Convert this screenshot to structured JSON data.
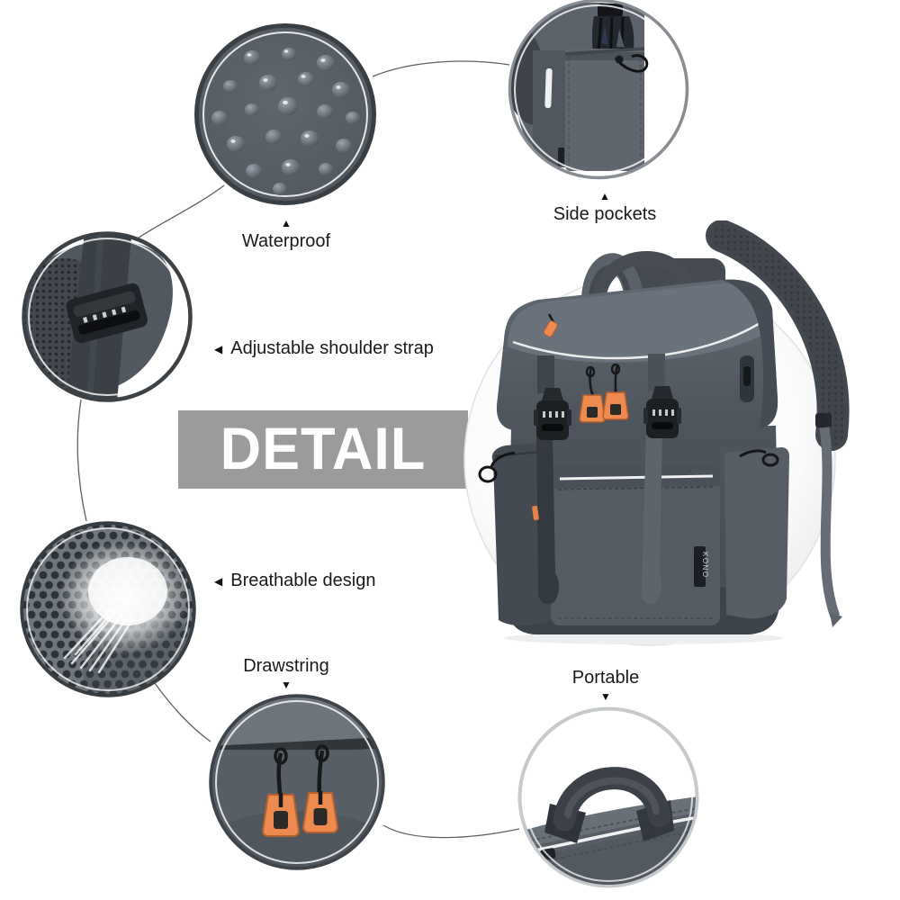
{
  "banner": {
    "label": "DETAIL",
    "background": "#9b9b9b",
    "text_color": "#ffffff"
  },
  "brand": {
    "logo_text": "KONO"
  },
  "glyphs": {
    "arrow_up": "▲",
    "arrow_down": "▼",
    "arrow_left": "◀"
  },
  "features": [
    {
      "id": "waterproof",
      "label": "Waterproof",
      "arrow": "up"
    },
    {
      "id": "adjustable-shoulder-strap",
      "label": "Adjustable shoulder strap",
      "arrow": "left"
    },
    {
      "id": "breathable-design",
      "label": "Breathable design",
      "arrow": "left"
    },
    {
      "id": "drawstring",
      "label": "Drawstring",
      "arrow": "down"
    },
    {
      "id": "side-pockets",
      "label": "Side pockets",
      "arrow": "up"
    },
    {
      "id": "portable",
      "label": "Portable",
      "arrow": "down"
    }
  ],
  "colors": {
    "accent_orange": "#ed8a4f",
    "banner_gray": "#9b9b9b",
    "bag_gray": "#50575e",
    "bag_dark": "#3c4146",
    "strap_gray": "#6d737a",
    "mesh_dark": "#2c3136",
    "text": "#1a1a1a",
    "background": "#ffffff"
  }
}
